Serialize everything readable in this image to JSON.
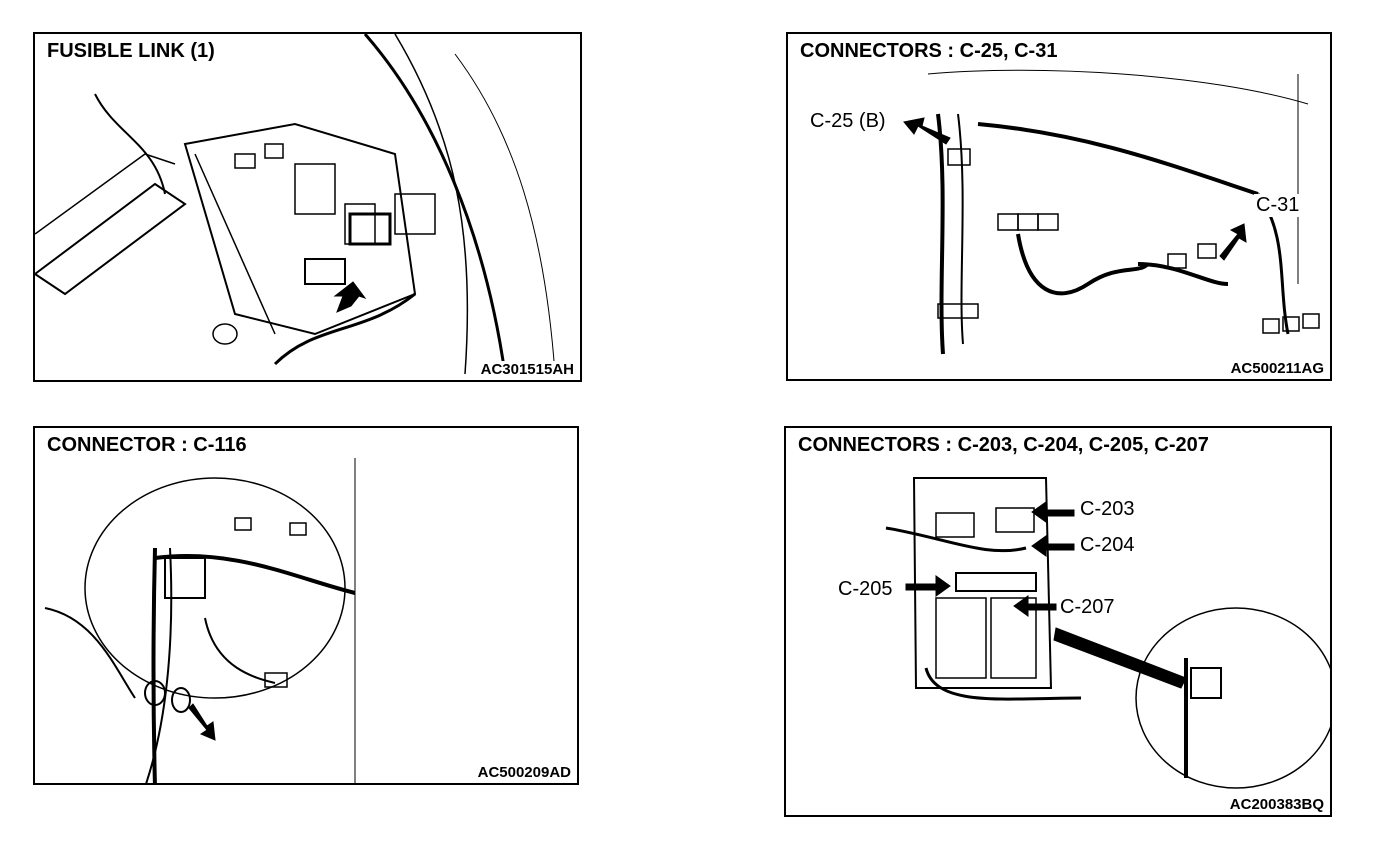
{
  "panels": [
    {
      "title": "FUSIBLE LINK (1)",
      "code": "AC301515AH",
      "callouts": []
    },
    {
      "title": "CONNECTORS : C-25, C-31",
      "code": "AC500211AG",
      "callouts": [
        "C-25 (B)",
        "C-31"
      ]
    },
    {
      "title": "CONNECTOR : C-116",
      "code": "AC500209AD",
      "callouts": []
    },
    {
      "title": "CONNECTORS : C-203, C-204, C-205, C-207",
      "code": "AC200383BQ",
      "callouts": [
        "C-203",
        "C-204",
        "C-205",
        "C-207"
      ]
    }
  ]
}
